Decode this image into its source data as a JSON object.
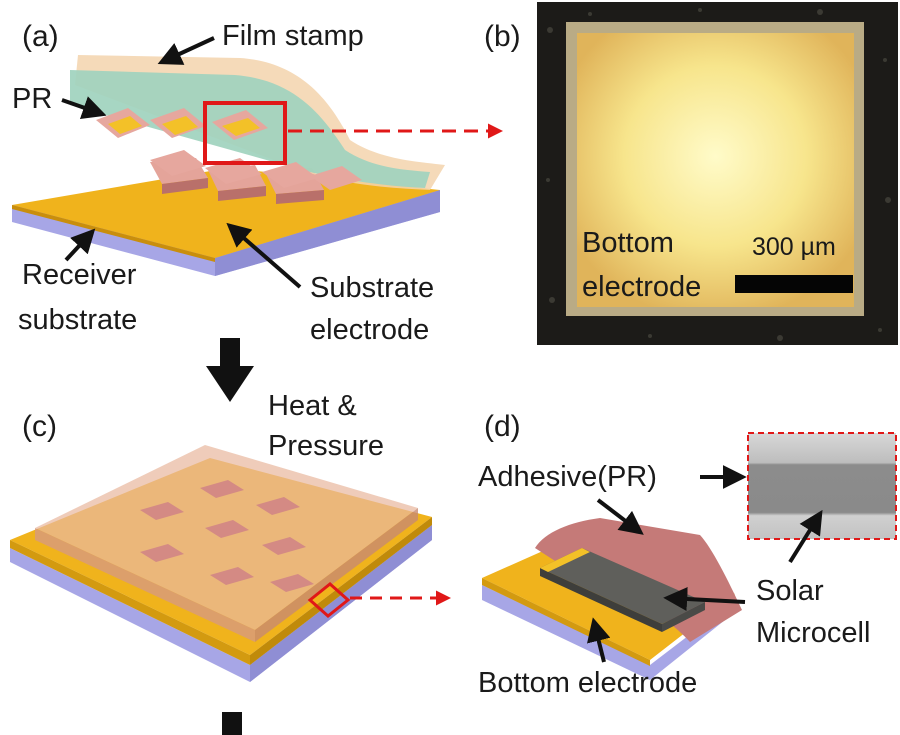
{
  "panels": {
    "a": {
      "letter": "(a)",
      "film_stamp": "Film stamp",
      "pr": "PR",
      "receiver_line1": "Receiver",
      "receiver_line2": "substrate",
      "electrode_line1": "Substrate",
      "electrode_line2": "electrode"
    },
    "b": {
      "letter": "(b)",
      "label_line1": "Bottom",
      "label_line2": "electrode",
      "scale_bar": "300 µm"
    },
    "process": {
      "line1": "Heat &",
      "line2": "Pressure"
    },
    "c": {
      "letter": "(c)"
    },
    "d": {
      "letter": "(d)",
      "adhesive": "Adhesive(PR)",
      "solar_line1": "Solar",
      "solar_line2": "Microcell",
      "bottom_electrode": "Bottom electrode"
    }
  },
  "colors": {
    "electrode": "#f0b31c",
    "substrate": "#a7a6e6",
    "film_stamp": "#9fd3be",
    "pr": "#d99a92",
    "highlight": "#e01818",
    "arrow": "#111111"
  }
}
